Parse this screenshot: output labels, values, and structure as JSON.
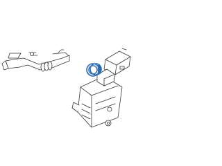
{
  "diagram": {
    "highlight_color": "#2b6cb0",
    "line_color": "#333333",
    "parts": [
      {
        "id": "intake-duct",
        "icon": "intake-duct-icon"
      },
      {
        "id": "air-filter-housing",
        "icon": "air-filter-housing-icon"
      },
      {
        "id": "highlighted-sensor-ring",
        "icon": "sensor-ring-icon"
      }
    ]
  }
}
